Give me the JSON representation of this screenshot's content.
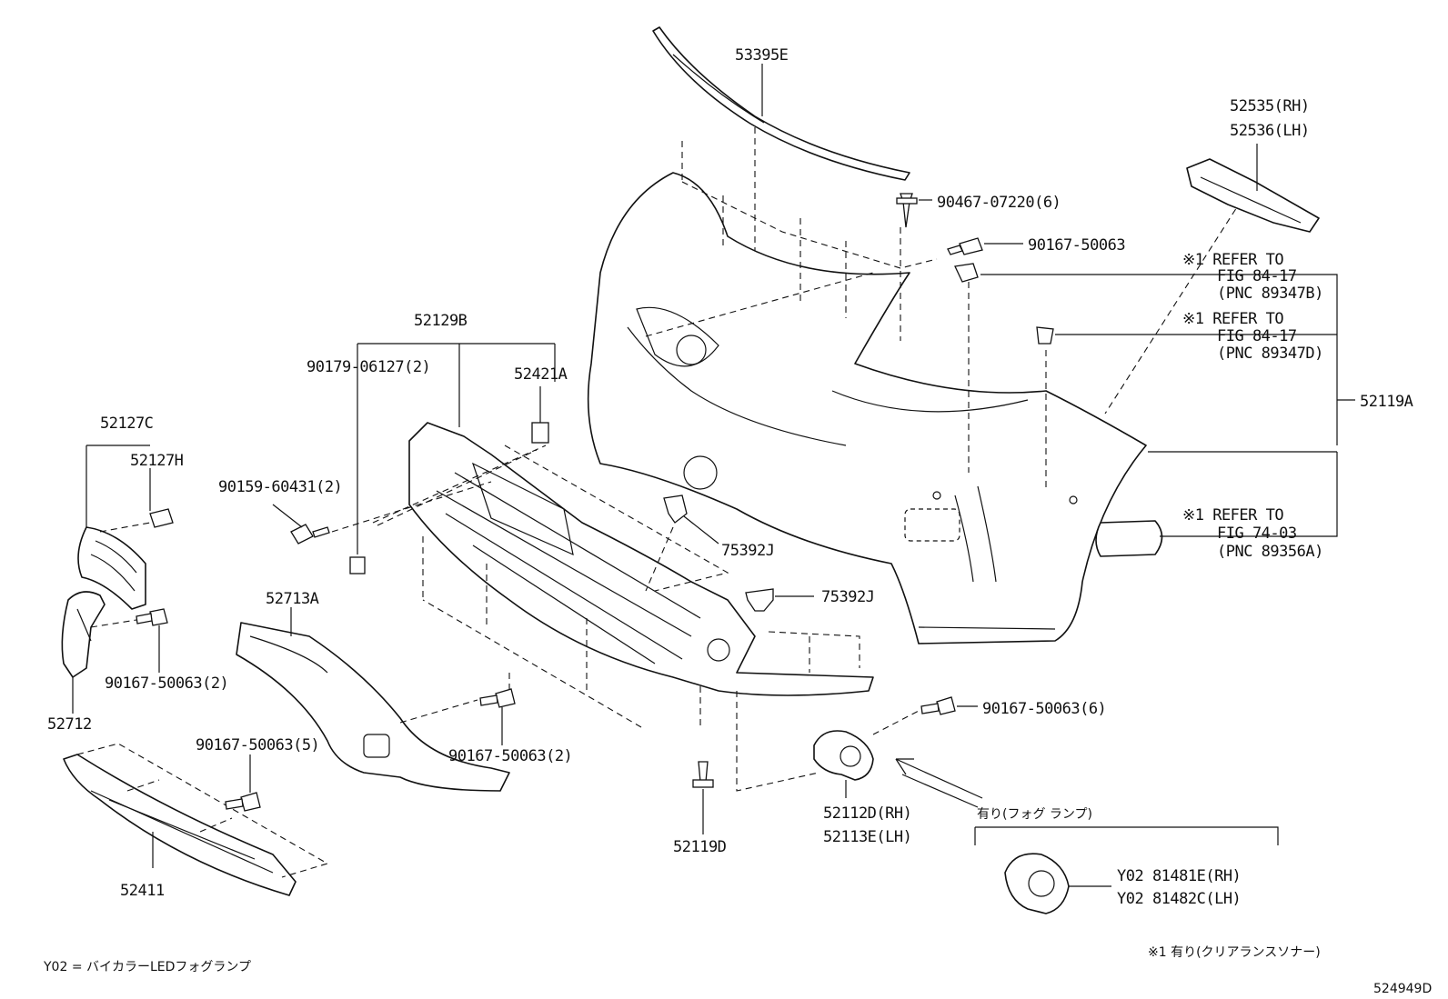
{
  "labels": {
    "p53395E": "53395E",
    "p52535": "52535(RH)",
    "p52536": "52536(LH)",
    "p90467": "90467-07220(6)",
    "p90167_top": "90167-50063",
    "ref1_a": "※1 REFER TO",
    "ref1_b": "FIG 84-17",
    "ref1_c": "(PNC 89347B)",
    "ref2_a": "※1 REFER TO",
    "ref2_b": "FIG 84-17",
    "ref2_c": "(PNC 89347D)",
    "ref3_a": "※1 REFER TO",
    "ref3_b": "FIG 74-03",
    "ref3_c": "(PNC 89356A)",
    "p52119A": "52119A",
    "p52129B": "52129B",
    "p90179": "90179-06127(2)",
    "p52421A": "52421A",
    "p52127C": "52127C",
    "p52127H": "52127H",
    "p90159": "90159-60431(2)",
    "p75392J_1": "75392J",
    "p75392J_2": "75392J",
    "p52713A": "52713A",
    "p90167_2a": "90167-50063(2)",
    "p52712": "52712",
    "p90167_5": "90167-50063(5)",
    "p90167_2b": "90167-50063(2)",
    "p90167_6": "90167-50063(6)",
    "p52112D": "52112D(RH)",
    "p52113E": "52113E(LH)",
    "p52119D": "52119D",
    "p52411": "52411",
    "fog_note": "有り(フォグ ランプ)",
    "p81481E": "Y02 81481E(RH)",
    "p81482C": "Y02 81482C(LH)",
    "legend_y02": "Y02 = バイカラーLEDフォグランプ",
    "legend_note1": "※1 有り(クリアランスソナー)",
    "fig_code": "524949D"
  }
}
